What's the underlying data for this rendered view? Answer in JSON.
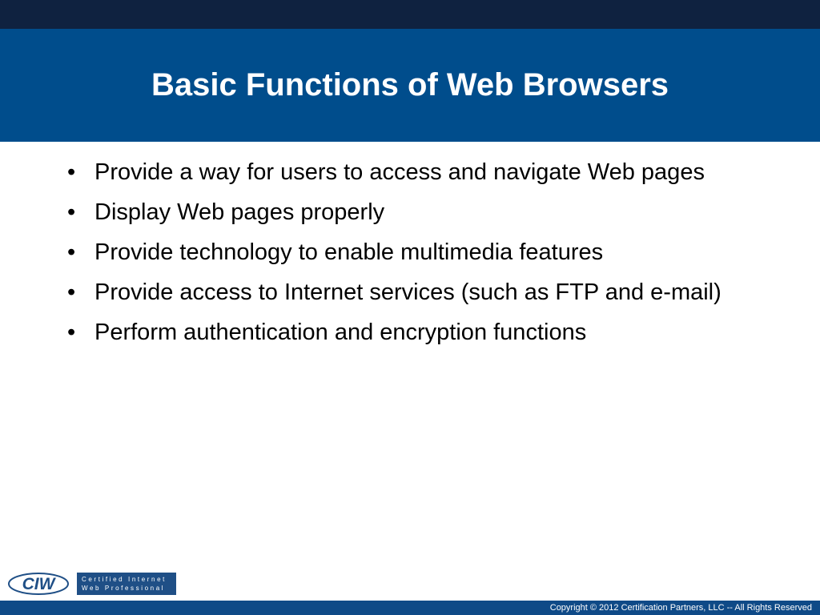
{
  "slide": {
    "title": "Basic Functions of Web Browsers",
    "bullet_char": "•",
    "bullets": [
      "Provide a way for users to access and navigate Web pages",
      "Display Web pages properly",
      "Provide technology to enable multimedia features",
      "Provide access to Internet services (such as FTP and e-mail)",
      "Perform authentication and encryption functions"
    ]
  },
  "branding": {
    "logo_text": "CIW",
    "tagline_line1": "Certified Internet",
    "tagline_line2": "Web Professional"
  },
  "footer": {
    "copyright": "Copyright © 2012 Certification Partners, LLC -- All Rights Reserved"
  },
  "colors": {
    "top_strip": "#0f2240",
    "title_band": "#004d8c",
    "footer_bar": "#0f4a87",
    "logo_blue": "#1f4f86"
  }
}
